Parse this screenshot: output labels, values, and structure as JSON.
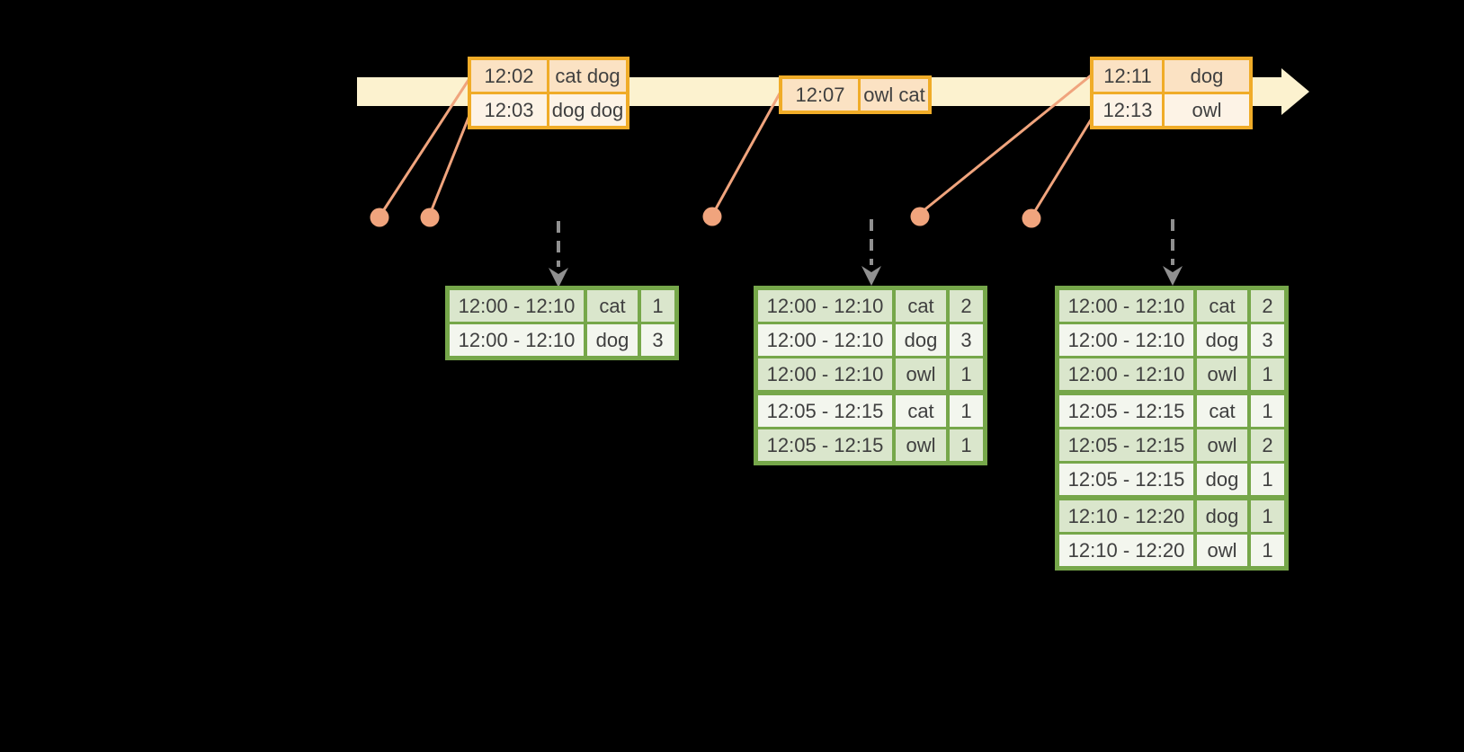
{
  "colors": {
    "background": "#000000",
    "timeline_fill": "#FCF2CF",
    "event_box_border": "#F0AC28",
    "event_row_fill_dark": "#FBE2C3",
    "event_row_fill_light": "#FDF3E6",
    "connector_salmon": "#F0A47D",
    "trigger_arrow_gray": "#909090",
    "result_table_border": "#76A74A",
    "result_row_fill_dark": "#DAE6CC",
    "result_row_fill_light": "#F3F6EE",
    "text": "#3F3F3F"
  },
  "timeline": {
    "event_batches": [
      {
        "rows": [
          {
            "time": "12:02",
            "words": "cat dog"
          },
          {
            "time": "12:03",
            "words": "dog dog"
          }
        ]
      },
      {
        "rows": [
          {
            "time": "12:07",
            "words": "owl cat"
          }
        ]
      },
      {
        "rows": [
          {
            "time": "12:11",
            "words": "dog"
          },
          {
            "time": "12:13",
            "words": "owl"
          }
        ]
      }
    ]
  },
  "result_tables": [
    {
      "rows": [
        {
          "window": "12:00 - 12:10",
          "word": "cat",
          "count": "1"
        },
        {
          "window": "12:00 - 12:10",
          "word": "dog",
          "count": "3"
        }
      ]
    },
    {
      "rows": [
        {
          "window": "12:00 - 12:10",
          "word": "cat",
          "count": "2"
        },
        {
          "window": "12:00 - 12:10",
          "word": "dog",
          "count": "3"
        },
        {
          "window": "12:00 - 12:10",
          "word": "owl",
          "count": "1"
        },
        {
          "window": "12:05 - 12:15",
          "word": "cat",
          "count": "1"
        },
        {
          "window": "12:05 - 12:15",
          "word": "owl",
          "count": "1"
        }
      ]
    },
    {
      "rows": [
        {
          "window": "12:00 - 12:10",
          "word": "cat",
          "count": "2"
        },
        {
          "window": "12:00 - 12:10",
          "word": "dog",
          "count": "3"
        },
        {
          "window": "12:00 - 12:10",
          "word": "owl",
          "count": "1"
        },
        {
          "window": "12:05 - 12:15",
          "word": "cat",
          "count": "1"
        },
        {
          "window": "12:05 - 12:15",
          "word": "owl",
          "count": "2"
        },
        {
          "window": "12:05 - 12:15",
          "word": "dog",
          "count": "1"
        },
        {
          "window": "12:10 - 12:20",
          "word": "dog",
          "count": "1"
        },
        {
          "window": "12:10 - 12:20",
          "word": "owl",
          "count": "1"
        }
      ]
    }
  ]
}
